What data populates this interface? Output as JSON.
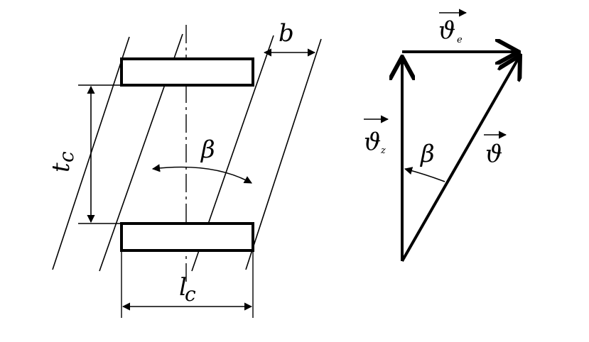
{
  "diagram": {
    "labels": {
      "width_b": "b",
      "pitch_t": "t",
      "pitch_sub": "c",
      "length_l": "l",
      "length_sub": "c",
      "angle_left": "β",
      "angle_right": "β",
      "v_e": "ϑ",
      "v_e_sub": "e",
      "v_z": "ϑ",
      "v_z_sub": "z",
      "v": "ϑ"
    }
  }
}
